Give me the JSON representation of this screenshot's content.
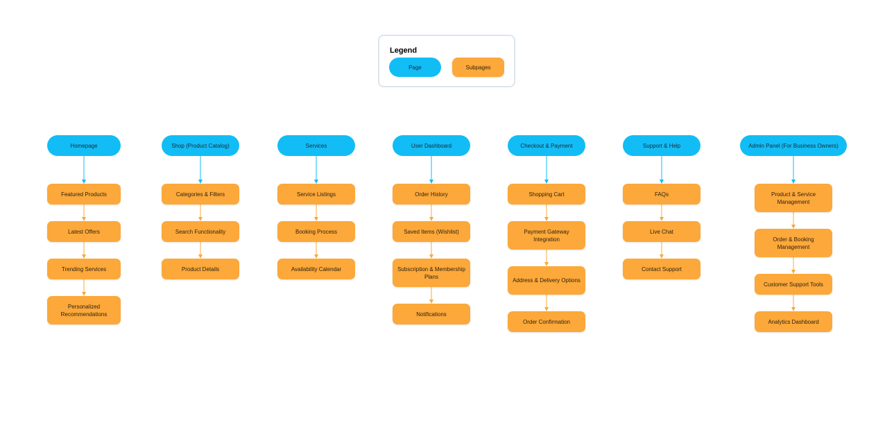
{
  "legend": {
    "title": "Legend",
    "page_label": "Page",
    "subpages_label": "Subpages"
  },
  "colors": {
    "page": "#12bdf5",
    "subpage": "#fca83a",
    "arrow_page": "#12bdf5",
    "arrow_sub": "#fca83a"
  },
  "columns": [
    {
      "page": "Homepage",
      "subpages": [
        "Featured Products",
        "Latest Offers",
        "Trending Services",
        "Personalized Recommendations"
      ]
    },
    {
      "page": "Shop (Product Catalog)",
      "subpages": [
        "Categories & Filters",
        "Search Functionality",
        "Product Details"
      ]
    },
    {
      "page": "Services",
      "subpages": [
        "Service Listings",
        "Booking Process",
        "Availability Calendar"
      ]
    },
    {
      "page": "User Dashboard",
      "subpages": [
        "Order History",
        "Saved Items (Wishlist)",
        "Subscription & Membership Plans",
        "Notifications"
      ]
    },
    {
      "page": "Checkout & Payment",
      "subpages": [
        "Shopping Cart",
        "Payment Gateway Integration",
        "Address & Delivery Options",
        "Order Confirmation"
      ]
    },
    {
      "page": "Support & Help",
      "subpages": [
        "FAQs",
        "Live Chat",
        "Contact Support"
      ]
    },
    {
      "page": "Admin Panel (For Business Owners)",
      "subpages": [
        "Product & Service Management",
        "Order & Booking Management",
        "Customer Support Tools",
        "Analytics Dashboard"
      ]
    }
  ]
}
